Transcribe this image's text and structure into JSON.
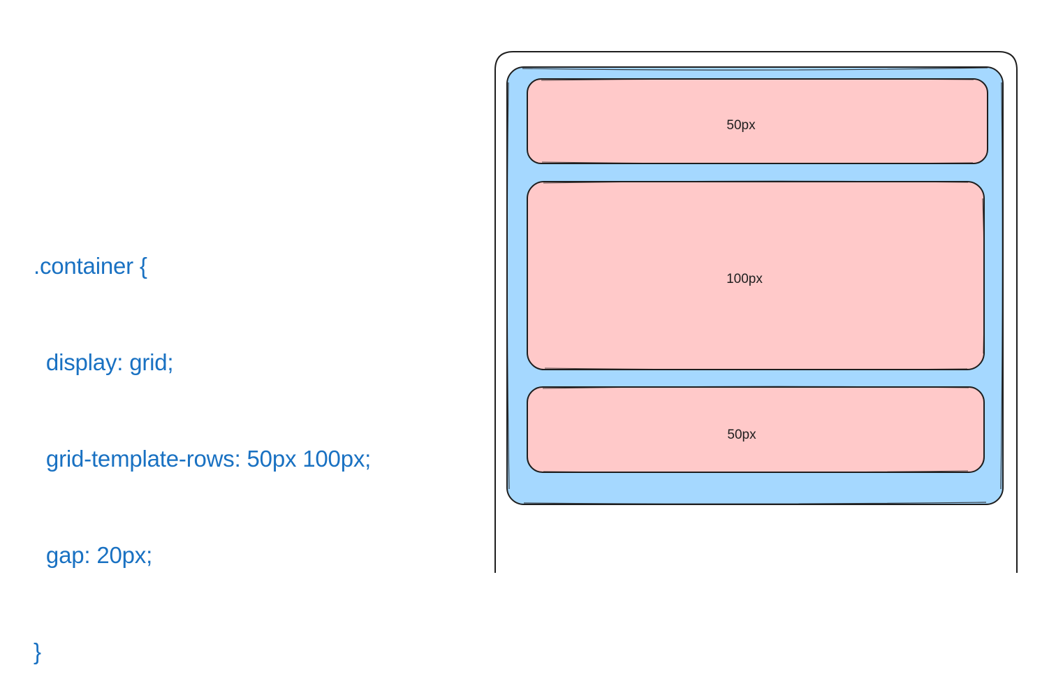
{
  "code": {
    "lines": [
      ".container {",
      "  display: grid;",
      "  grid-template-rows: 50px 100px;",
      "  gap: 20px;",
      "}"
    ]
  },
  "grid": {
    "cells": [
      {
        "label": "50px"
      },
      {
        "label": "100px"
      },
      {
        "label": "50px"
      }
    ]
  },
  "colors": {
    "code_text": "#1971c2",
    "container_fill": "#a5d8ff",
    "cell_fill": "#ffc9c9",
    "stroke": "#1e1e1e"
  }
}
